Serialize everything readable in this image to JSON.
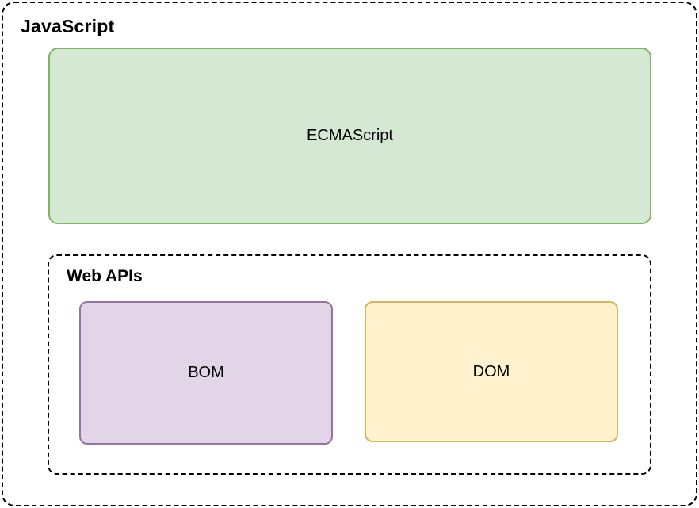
{
  "diagram": {
    "type": "nested-containment-diagram",
    "javascript_label": "JavaScript",
    "ecmascript_label": "ECMAScript",
    "web_apis_label": "Web APIs",
    "bom_label": "BOM",
    "dom_label": "DOM",
    "colors": {
      "ecmascript_fill": "#d5e8d4",
      "ecmascript_border": "#82b366",
      "bom_fill": "#e1d5e7",
      "bom_border": "#9673a6",
      "dom_fill": "#fff2cc",
      "dom_border": "#d6b656",
      "container_border": "#000000",
      "text": "#000000",
      "background": "#ffffff"
    }
  }
}
